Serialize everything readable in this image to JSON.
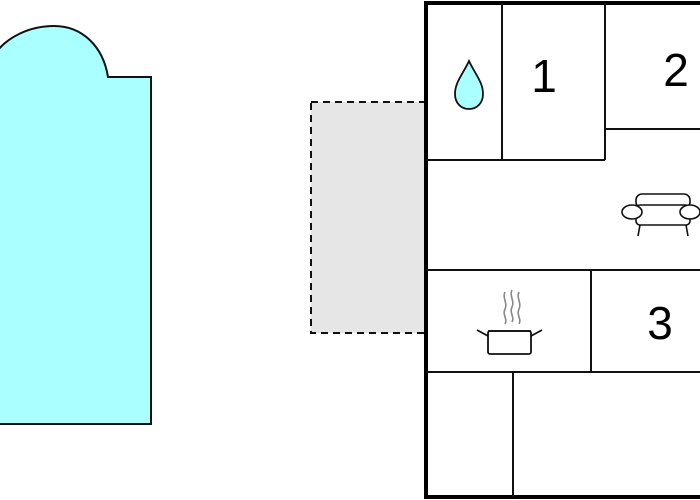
{
  "floor_plan": {
    "colors": {
      "pool_fill": "#aaffff",
      "terrace_fill": "#e6e6e6",
      "wall": "#000000",
      "line": "#111111",
      "steam": "#888888"
    },
    "rooms": [
      {
        "label": "1"
      },
      {
        "label": "2"
      },
      {
        "label": "3"
      }
    ],
    "icons": [
      "water-drop-icon",
      "sofa-icon",
      "cooking-pot-icon"
    ]
  }
}
